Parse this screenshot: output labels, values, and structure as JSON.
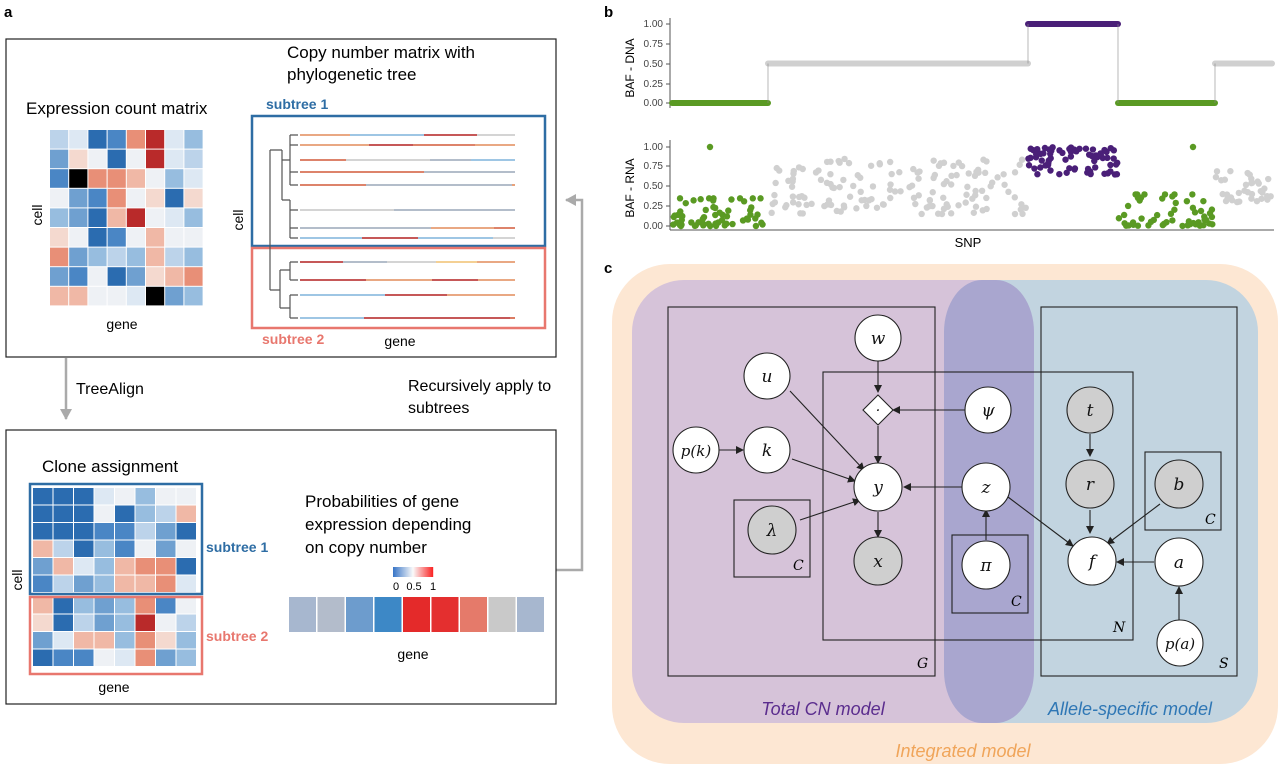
{
  "panels": {
    "a": "a",
    "b": "b",
    "c": "c"
  },
  "panel_a": {
    "expr_title": "Expression count matrix",
    "cn_title_line1": "Copy number matrix with",
    "cn_title_line2": "phylogenetic tree",
    "cell_label": "cell",
    "gene_label": "gene",
    "subtree1": "subtree 1",
    "subtree2": "subtree 2",
    "treealign": "TreeAlign",
    "recursive_line1": "Recursively apply to",
    "recursive_line2": "subtrees",
    "clone_title": "Clone assignment",
    "prob_line1": "Probabilities of gene",
    "prob_line2": "expression depending",
    "prob_line3": "on copy number",
    "scale_ticks": [
      "0",
      "0.5",
      "1"
    ],
    "colors": {
      "blue": "#2e6da4",
      "red": "#e8776e",
      "arrow": "#aaaaaa"
    }
  },
  "panel_b": {
    "dna_ylabel": "BAF - DNA",
    "rna_ylabel": "BAF - RNA",
    "yticks": [
      "0.00",
      "0.25",
      "0.50",
      "0.75",
      "1.00"
    ],
    "xlabel": "SNP",
    "colors": {
      "green": "#5a9a23",
      "purple": "#4a1f78",
      "grey": "#d0d0d0"
    }
  },
  "panel_c": {
    "nodes": {
      "w": "w",
      "u": "u",
      "pk": "p(k)",
      "k": "k",
      "y": "y",
      "x": "x",
      "lambda": "λ",
      "psi": "ψ",
      "z": "z",
      "pi": "π",
      "t": "t",
      "r": "r",
      "b": "b",
      "f": "f",
      "a": "a",
      "pa": "p(a)",
      "dot": "·"
    },
    "plates": {
      "C1": "C",
      "C2": "C",
      "C3": "C",
      "G": "G",
      "N": "N",
      "S": "S"
    },
    "total_label": "Total CN model",
    "allele_label": "Allele-specific model",
    "integrated_label": "Integrated model",
    "colors": {
      "integrated": "#fde7d3",
      "total": "#d6c3d9",
      "allele": "#c2d4e0",
      "overlap": "#a9a6cf",
      "total_text": "#5b2d8e",
      "allele_text": "#2f77b5",
      "integrated_text": "#f0a55a"
    }
  }
}
